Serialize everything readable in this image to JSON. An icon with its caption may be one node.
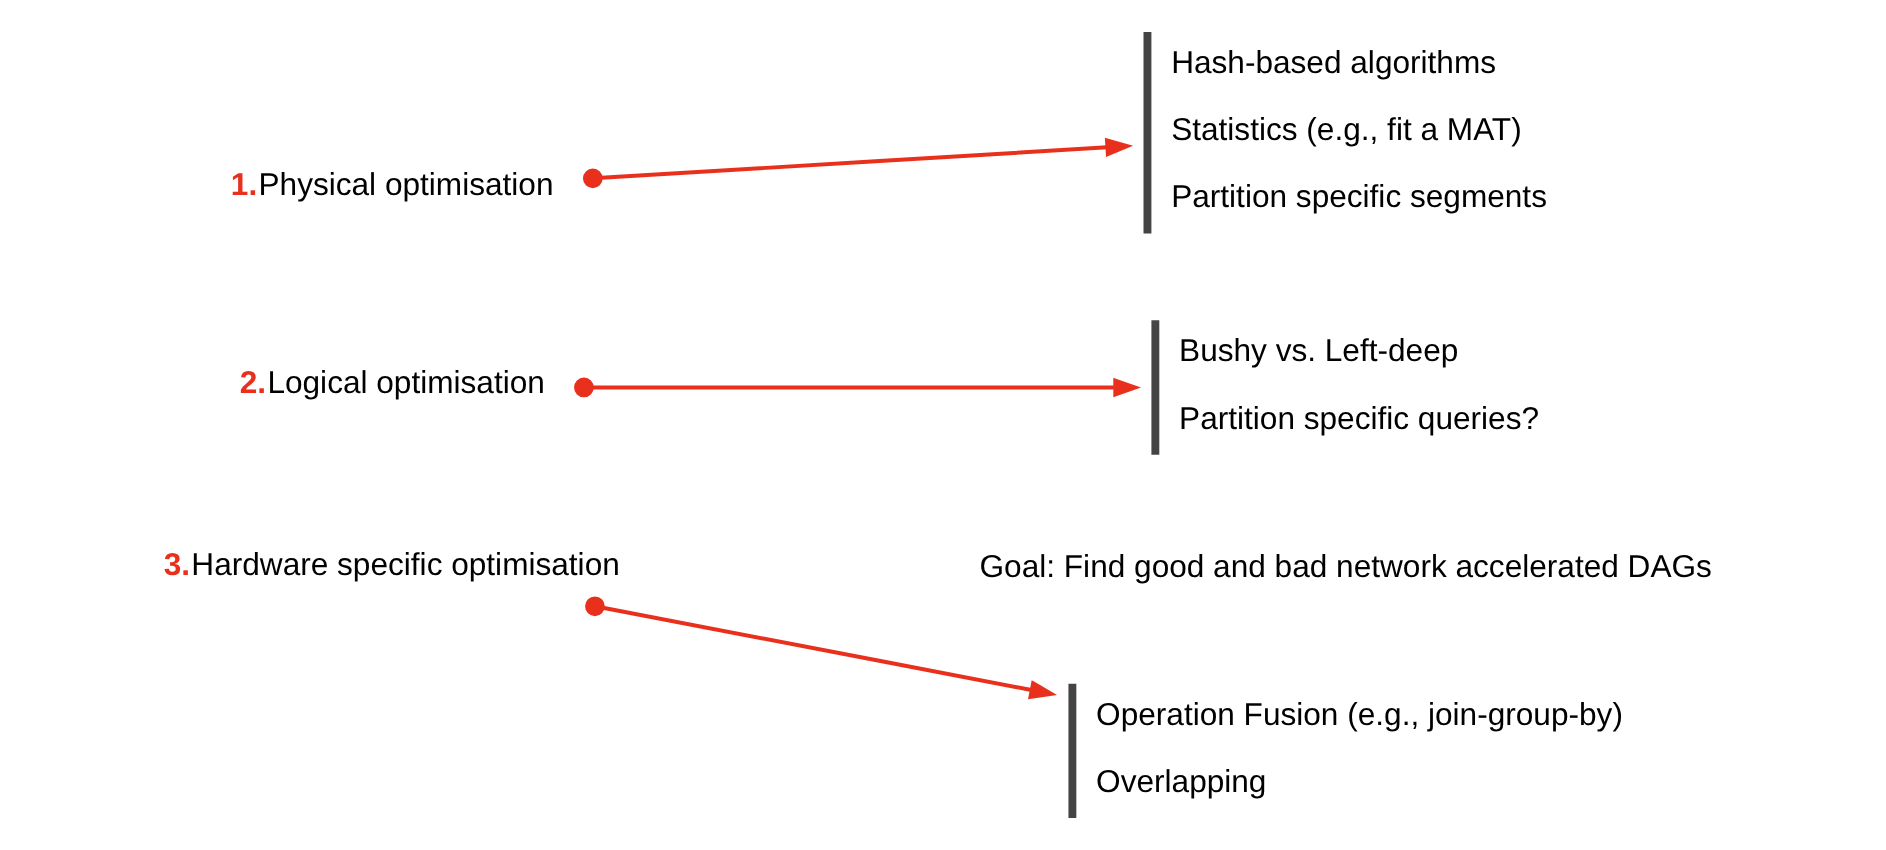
{
  "diagram": {
    "nodes": [
      {
        "text": [
          "1.",
          "Physical optimisation"
        ]
      },
      {
        "text": [
          "2.",
          "Logical optimisation"
        ]
      },
      {
        "text": [
          "3.",
          "Hardware specific optimisation"
        ]
      },
      {
        "text": [
          "Hash-based algorithms",
          "Statistics (e.g., fit a MAT)",
          "Partition specific segments"
        ]
      },
      {
        "text": [
          "Bushy vs. Left-deep",
          "Partition specific queries?"
        ]
      },
      {
        "text": [
          "Operation Fusion (e.g., join-group-by)",
          "Overlapping"
        ]
      }
    ],
    "edges": [
      {
        "from": 0,
        "to": 3,
        "arrow": "to"
      },
      {
        "from": 1,
        "to": 4,
        "arrow": "to"
      },
      {
        "from": 2,
        "to": 5,
        "arrow": "to"
      }
    ],
    "labels": [
      "Goal: Find good and bad network accelerated DAGs"
    ]
  }
}
